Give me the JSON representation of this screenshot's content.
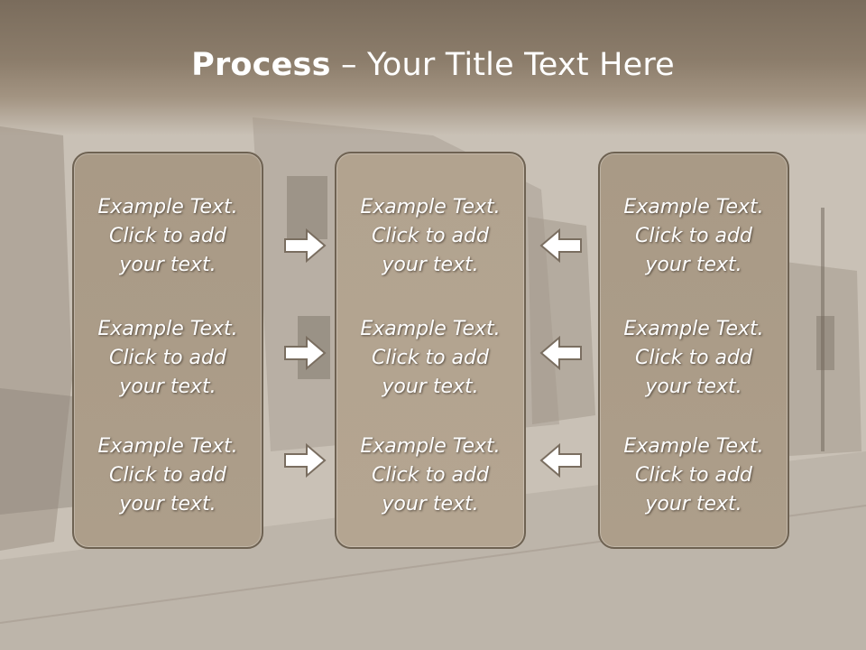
{
  "slide": {
    "title_bold": "Process",
    "title_rest": " – Your Title Text Here"
  },
  "columns": [
    {
      "items": [
        "Example Text.\nClick  to add\nyour text.",
        "Example Text.\nClick  to add\nyour text.",
        "Example Text.\nClick  to add\nyour text."
      ]
    },
    {
      "items": [
        "Example Text.\nClick  to add\nyour text.",
        "Example Text.\nClick  to add\nyour text.",
        "Example Text.\nClick  to add\nyour text."
      ]
    },
    {
      "items": [
        "Example Text.\nClick  to add\nyour text.",
        "Example Text.\nClick  to add\nyour text.",
        "Example Text.\nClick  to add\nyour text."
      ]
    }
  ],
  "arrows": {
    "left_group": "right-arrow-icon",
    "right_group": "left-arrow-icon"
  },
  "colors": {
    "panel_fill": "#a99a86",
    "panel_border": "#6e6252",
    "title_bar": "#7a6c5c"
  }
}
